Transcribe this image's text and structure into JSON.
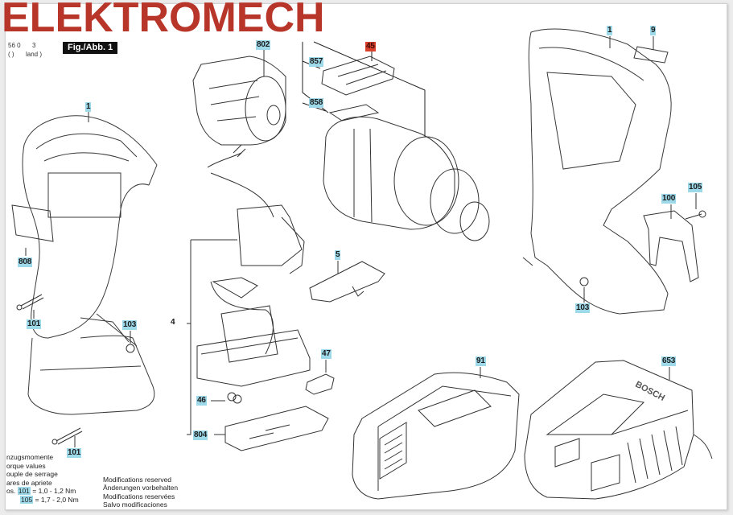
{
  "brand": {
    "watermark": "ELEKTROMECH",
    "color": "#b8352a"
  },
  "header": {
    "partial_code_top": "56 0",
    "partial_code_mid": "3",
    "partial_text_left": "land )",
    "partial_text_mid": "( )",
    "figure_label": "Fig./Abb. 1"
  },
  "callouts": [
    {
      "id": "1",
      "part": "housing-left"
    },
    {
      "id": "808",
      "part": "label-plate"
    },
    {
      "id": "101",
      "part": "screw-upper"
    },
    {
      "id": "103",
      "part": "nut-left"
    },
    {
      "id": "101",
      "part": "screw-lower"
    },
    {
      "id": "802",
      "part": "motor"
    },
    {
      "id": "857",
      "part": "gear-cover"
    },
    {
      "id": "45",
      "part": "gearbox-chuck-assembly",
      "highlight": "red"
    },
    {
      "id": "858",
      "part": "gasket"
    },
    {
      "id": "4",
      "part": "switch-assembly"
    },
    {
      "id": "5",
      "part": "direction-slider"
    },
    {
      "id": "47",
      "part": "clip"
    },
    {
      "id": "46",
      "part": "spring"
    },
    {
      "id": "804",
      "part": "battery-contact-plate"
    },
    {
      "id": "1",
      "part": "housing-right"
    },
    {
      "id": "9",
      "part": "nameplate"
    },
    {
      "id": "105",
      "part": "screw-belt-clip"
    },
    {
      "id": "100",
      "part": "belt-clip"
    },
    {
      "id": "103",
      "part": "nut-right"
    },
    {
      "id": "91",
      "part": "battery-pack"
    },
    {
      "id": "653",
      "part": "charger"
    }
  ],
  "charger_marking": "BOSCH",
  "torque": {
    "lines": [
      "nzugsmomente",
      "orque values",
      "ouple de serrage",
      "ares de apriete"
    ],
    "prefix": "os.",
    "values": [
      {
        "ref": "101",
        "value": "= 1,0 - 1,2 Nm"
      },
      {
        "ref": "105",
        "value": "= 1,7 - 2,0 Nm"
      }
    ]
  },
  "modifications": [
    "Modifications reserved",
    "Änderungen vorbehalten",
    "Modifications reservées",
    "Salvo modificaciones"
  ],
  "colors": {
    "callout_bg": "#9ed9ea",
    "callout_highlight": "#d9402b"
  }
}
